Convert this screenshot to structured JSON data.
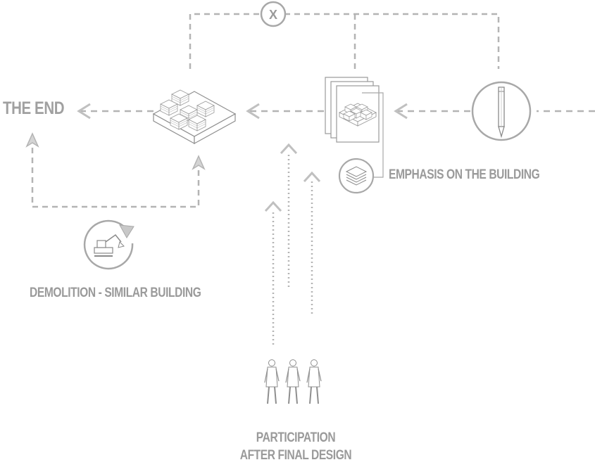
{
  "labels": {
    "the_end": "THE END",
    "emphasis": "EMPHASIS ON THE BUILDING",
    "demolition": "DEMOLITION - SIMILAR BUILDING",
    "participation_line1": "PARTICIPATION",
    "participation_line2": "AFTER FINAL DESIGN",
    "cross_mark": "X"
  },
  "icons": {
    "pencil": "pencil-icon",
    "excavator": "excavator-icon",
    "building_block": "building-block-icon",
    "stack": "stack-icon",
    "people": "people-icon"
  },
  "colors": {
    "line": "#b4b4b4",
    "arrow": "#c0c0c0",
    "text": "#9a9a9a"
  }
}
